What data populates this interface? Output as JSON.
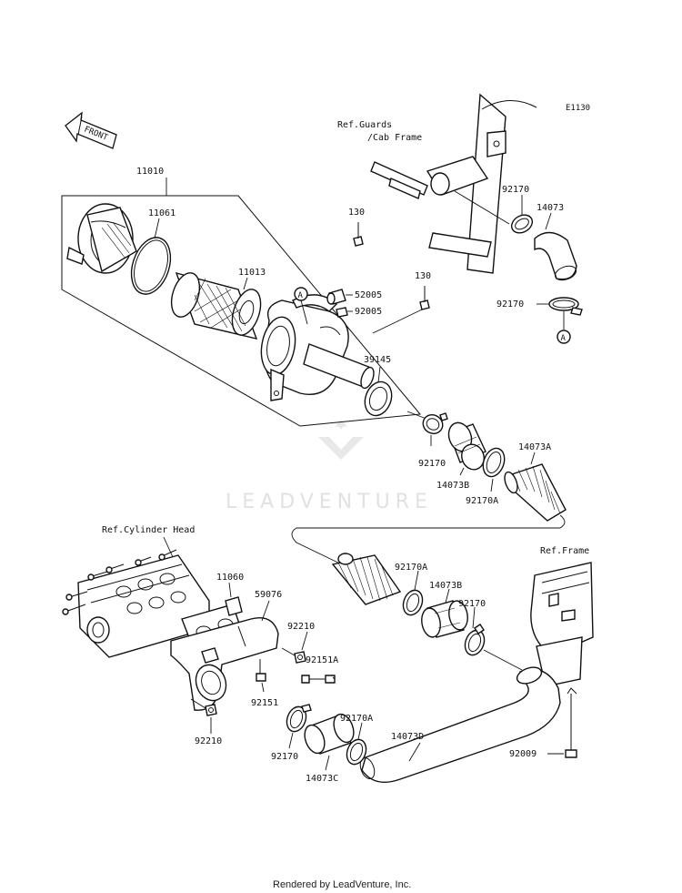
{
  "diagram": {
    "id_code": "E1130",
    "front_label": "FRONT",
    "ref_labels": {
      "guards_line1": "Ref.Guards",
      "guards_line2": "/Cab Frame",
      "cylinder_head": "Ref.Cylinder Head",
      "frame": "Ref.Frame"
    },
    "callout_a": "A",
    "parts": {
      "p11010": "11010",
      "p11061": "11061",
      "p11013": "11013",
      "p130a": "130",
      "p130b": "130",
      "p52005": "52005",
      "p92005": "92005",
      "p39145": "39145",
      "p92170_top1": "92170",
      "p14073_top": "14073",
      "p92170_top2": "92170",
      "p92170_mid": "92170",
      "p14073B_mid": "14073B",
      "p92170A_mid": "92170A",
      "p14073A_mid": "14073A",
      "p92170A_low": "92170A",
      "p14073B_low": "14073B",
      "p92170_low": "92170",
      "p11060": "11060",
      "p59076": "59076",
      "p92210_a": "92210",
      "p92151A": "92151A",
      "p92151": "92151",
      "p92210_b": "92210",
      "p92170_bot": "92170",
      "p92170A_bot": "92170A",
      "p14073C": "14073C",
      "p14073D": "14073D",
      "p92009": "92009"
    },
    "watermark": "LEADVENTURE",
    "footer": "Rendered by LeadVenture, Inc."
  }
}
